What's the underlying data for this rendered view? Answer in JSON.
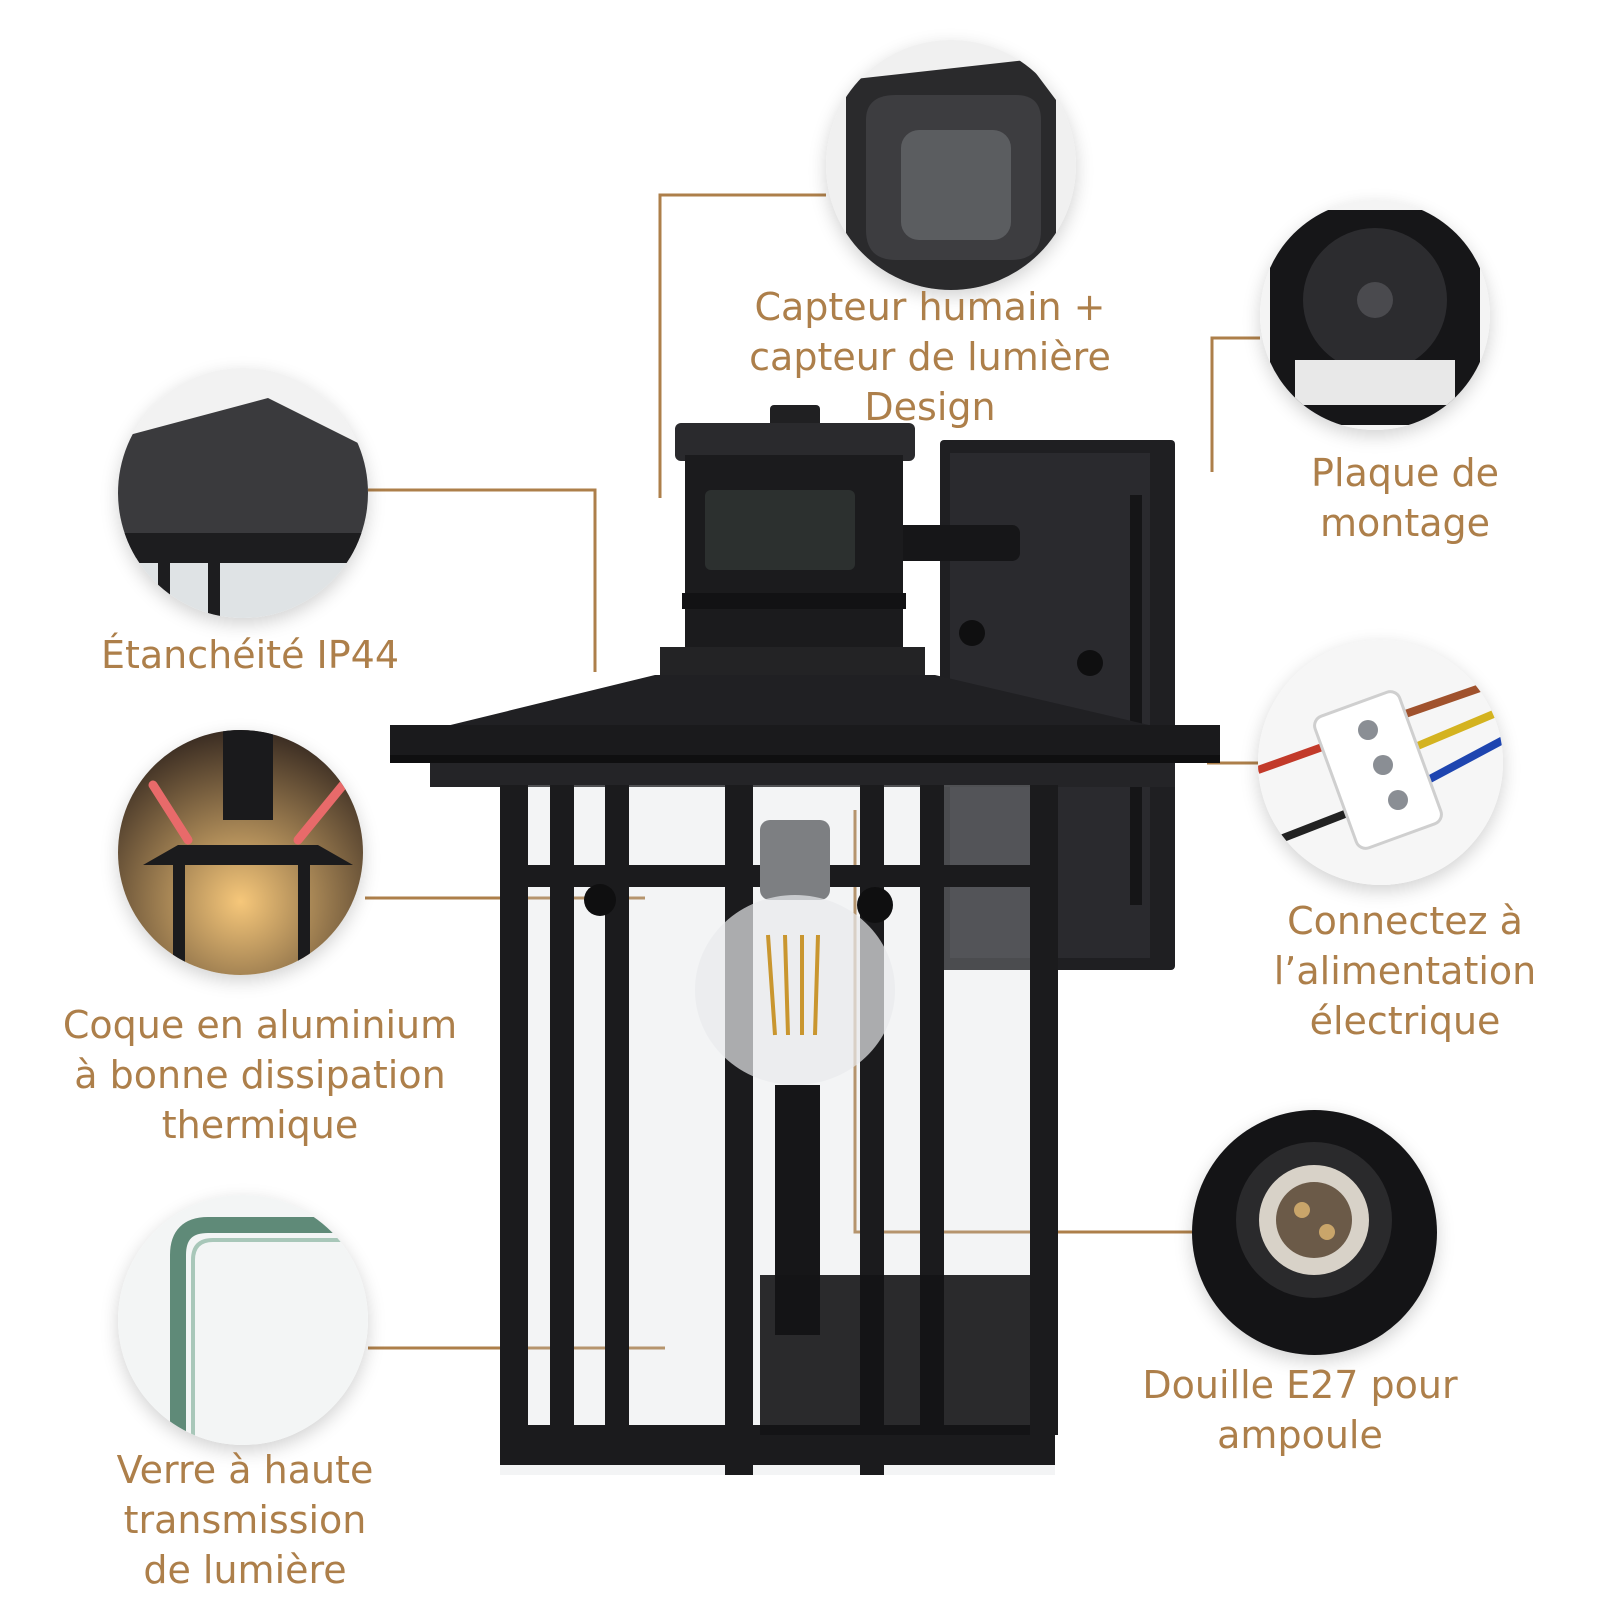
{
  "colors": {
    "accent": "#ad7f4a",
    "lamp_body": "#1c1c1e",
    "background": "#ffffff"
  },
  "callouts": {
    "sensor": [
      "Capteur humain +",
      "capteur de lumière",
      "Design"
    ],
    "waterproof": [
      "Étanchéité IP44"
    ],
    "mounting_plate": [
      "Plaque de",
      "montage"
    ],
    "heat_dissipation": [
      "Coque en aluminium",
      "à bonne dissipation",
      "thermique"
    ],
    "power": [
      "Connectez à",
      "l’alimentation",
      "électrique"
    ],
    "socket": [
      "Douille E27 pour",
      "ampoule"
    ],
    "glass": [
      "Verre à haute",
      "transmission",
      "de lumière"
    ]
  },
  "icons": {
    "sensor_detail": "motion-sensor-closeup",
    "roof_detail": "lamp-roof-closeup",
    "plate_detail": "mounting-plate-closeup",
    "heat_detail": "heat-dissipation-arrows-closeup",
    "wiring_detail": "terminal-block-wires-closeup",
    "socket_detail": "e27-socket-closeup",
    "glass_detail": "glass-edge-closeup"
  }
}
